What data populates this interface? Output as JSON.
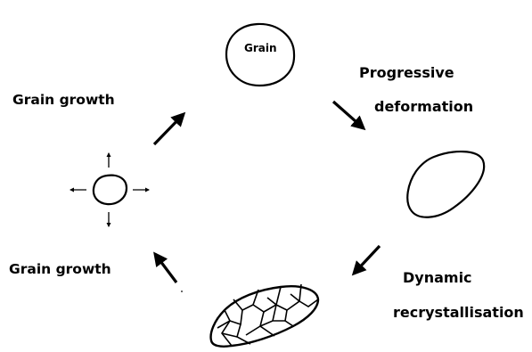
{
  "labels": {
    "grain": "Grain",
    "grain_growth_top": "Grain growth",
    "progressive": "Progressive",
    "deformation": "deformation",
    "grain_growth_bottom": "Grain growth",
    "dynamic": "Dynamic",
    "recrystallisation": "recrystallisation"
  },
  "colors": {
    "ink": "#000000",
    "background": "#ffffff"
  },
  "icons": [
    "arrow-icon",
    "grain-circle",
    "deformed-grain",
    "recrystallised-aggregate",
    "small-grain"
  ]
}
